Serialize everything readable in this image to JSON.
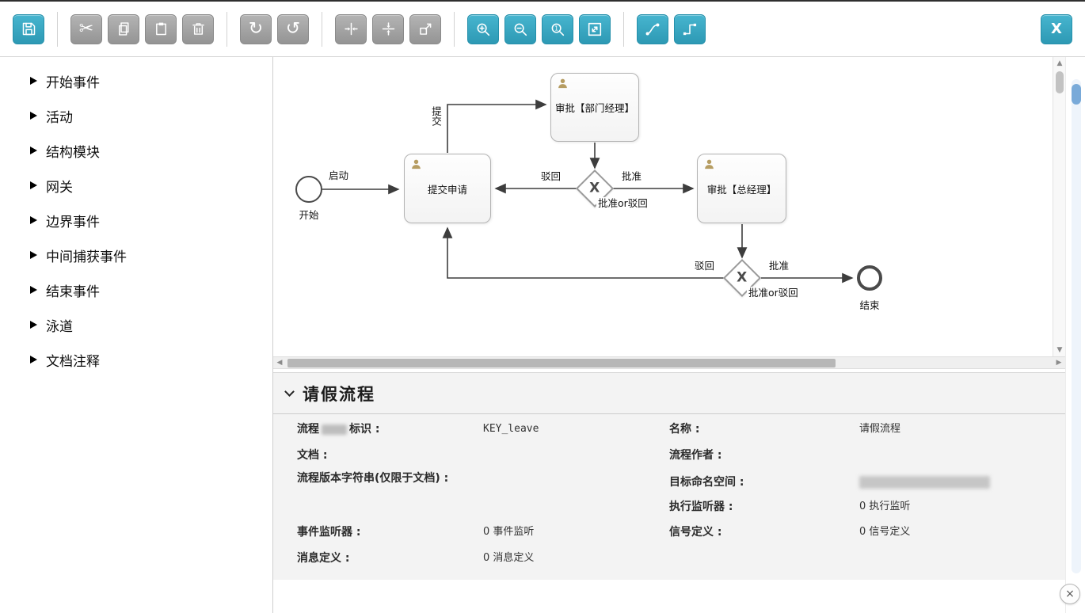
{
  "toolbar": {
    "close": "X"
  },
  "sidebar": {
    "items": [
      {
        "label": "开始事件"
      },
      {
        "label": "活动"
      },
      {
        "label": "结构模块"
      },
      {
        "label": "网关"
      },
      {
        "label": "边界事件"
      },
      {
        "label": "中间捕获事件"
      },
      {
        "label": "结束事件"
      },
      {
        "label": "泳道"
      },
      {
        "label": "文档注释"
      }
    ]
  },
  "diagram": {
    "start_label": "开始",
    "end_label": "结束",
    "launch_label": "启动",
    "submit_vertical_label": "提交",
    "task_submit": "提交申请",
    "task_dept": "审批【部门经理】",
    "task_gm": "审批【总经理】",
    "gateway_symbol": "X",
    "gateway_caption": "批准or驳回",
    "approve_label": "批准",
    "reject_label": "驳回"
  },
  "properties": {
    "title": "请假流程",
    "left": [
      {
        "label_pre": "流程",
        "label_post": "标识 :",
        "value": "KEY_leave"
      },
      {
        "label": "文档 :",
        "value": ""
      },
      {
        "label": "流程版本字符串(仅限于文档) :",
        "value": ""
      },
      {
        "label": "事件监听器 :",
        "value": "0 事件监听"
      },
      {
        "label": "消息定义 :",
        "value": "0 消息定义"
      }
    ],
    "right": [
      {
        "label": "名称 :",
        "value": "请假流程"
      },
      {
        "label": "流程作者 :",
        "value": ""
      },
      {
        "label": "目标命名空间 :",
        "value": ""
      },
      {
        "label": "执行监听器 :",
        "value": "0 执行监听"
      },
      {
        "label": "信号定义 :",
        "value": "0 信号定义"
      }
    ]
  }
}
